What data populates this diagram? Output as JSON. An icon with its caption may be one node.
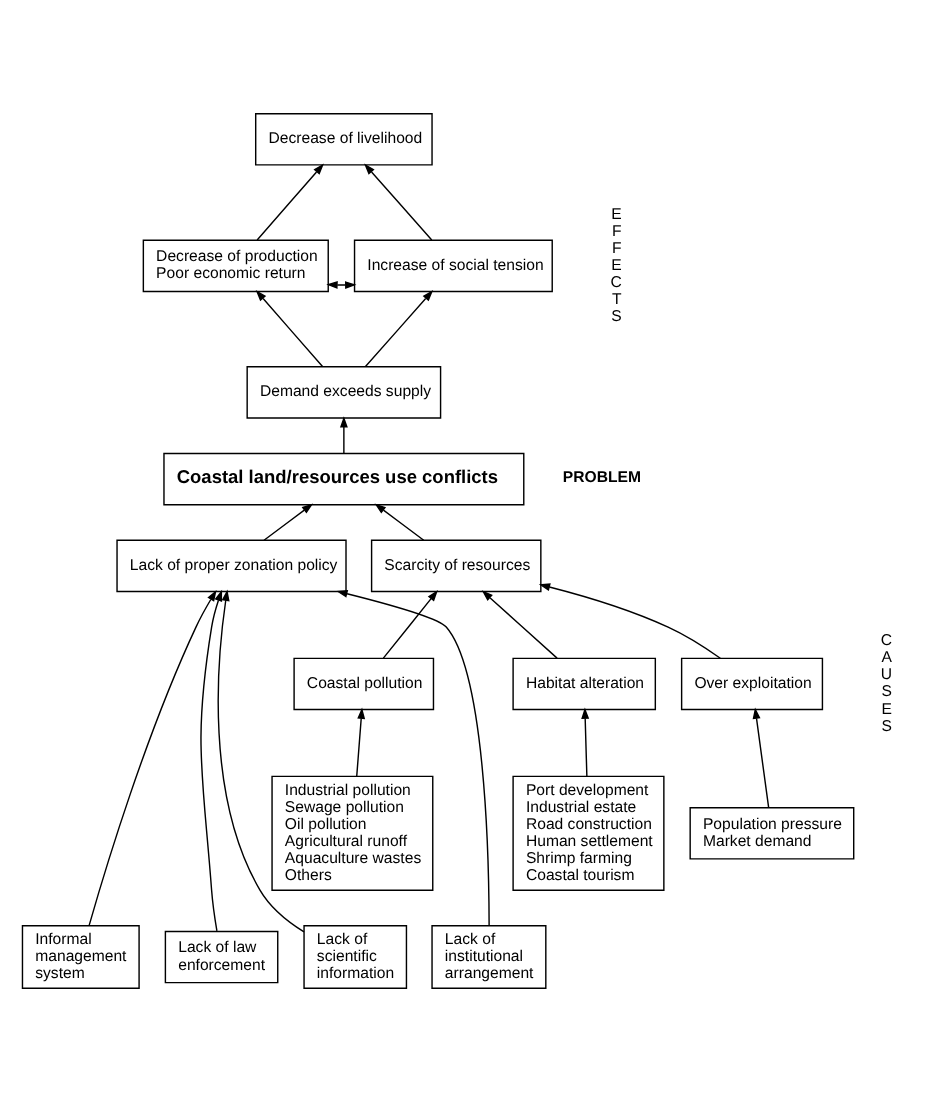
{
  "diagram": {
    "nodes": [
      {
        "text": [
          "Decrease of livelihood"
        ]
      },
      {
        "text": [
          "Decrease of production",
          "Poor economic return"
        ]
      },
      {
        "text": [
          "Increase of social tension"
        ]
      },
      {
        "text": [
          "Demand exceeds supply"
        ]
      },
      {
        "text": [
          "Coastal land/resources use conflicts"
        ]
      },
      {
        "text": [
          "Lack of proper zonation policy"
        ]
      },
      {
        "text": [
          "Scarcity of resources"
        ]
      },
      {
        "text": [
          "Coastal pollution"
        ]
      },
      {
        "text": [
          "Habitat alteration"
        ]
      },
      {
        "text": [
          "Over exploitation"
        ]
      },
      {
        "text": [
          "Industrial pollution",
          "Sewage pollution",
          "Oil pollution",
          "Agricultural runoff",
          "Aquaculture wastes",
          "Others"
        ]
      },
      {
        "text": [
          "Port development",
          "Industrial estate",
          "Road construction",
          "Human settlement",
          "Shrimp farming",
          "Coastal tourism"
        ]
      },
      {
        "text": [
          "Population pressure",
          "Market demand"
        ]
      },
      {
        "text": [
          "Informal management system"
        ]
      },
      {
        "text": [
          "Lack of law enforcement"
        ]
      },
      {
        "text": [
          "Lack of scientific information"
        ]
      },
      {
        "text": [
          "Lack of institutional arrangement"
        ]
      }
    ],
    "edges": [
      {
        "from": 1,
        "to": 0,
        "arrow": "to"
      },
      {
        "from": 2,
        "to": 0,
        "arrow": "to"
      },
      {
        "from": 1,
        "to": 2,
        "arrow": "both"
      },
      {
        "from": 3,
        "to": 1,
        "arrow": "to"
      },
      {
        "from": 3,
        "to": 2,
        "arrow": "to"
      },
      {
        "from": 4,
        "to": 3,
        "arrow": "to"
      },
      {
        "from": 5,
        "to": 4,
        "arrow": "to"
      },
      {
        "from": 6,
        "to": 4,
        "arrow": "to"
      },
      {
        "from": 7,
        "to": 6,
        "arrow": "to"
      },
      {
        "from": 8,
        "to": 6,
        "arrow": "to"
      },
      {
        "from": 9,
        "to": 6,
        "arrow": "to"
      },
      {
        "from": 10,
        "to": 7,
        "arrow": "to"
      },
      {
        "from": 11,
        "to": 8,
        "arrow": "to"
      },
      {
        "from": 12,
        "to": 9,
        "arrow": "to"
      },
      {
        "from": 13,
        "to": 5,
        "arrow": "to"
      },
      {
        "from": 14,
        "to": 5,
        "arrow": "to"
      },
      {
        "from": 15,
        "to": 5,
        "arrow": "to"
      },
      {
        "from": 16,
        "to": 5,
        "arrow": "to"
      }
    ],
    "labels": [
      "EFFECTS",
      "PROBLEM",
      "CAUSES"
    ]
  }
}
